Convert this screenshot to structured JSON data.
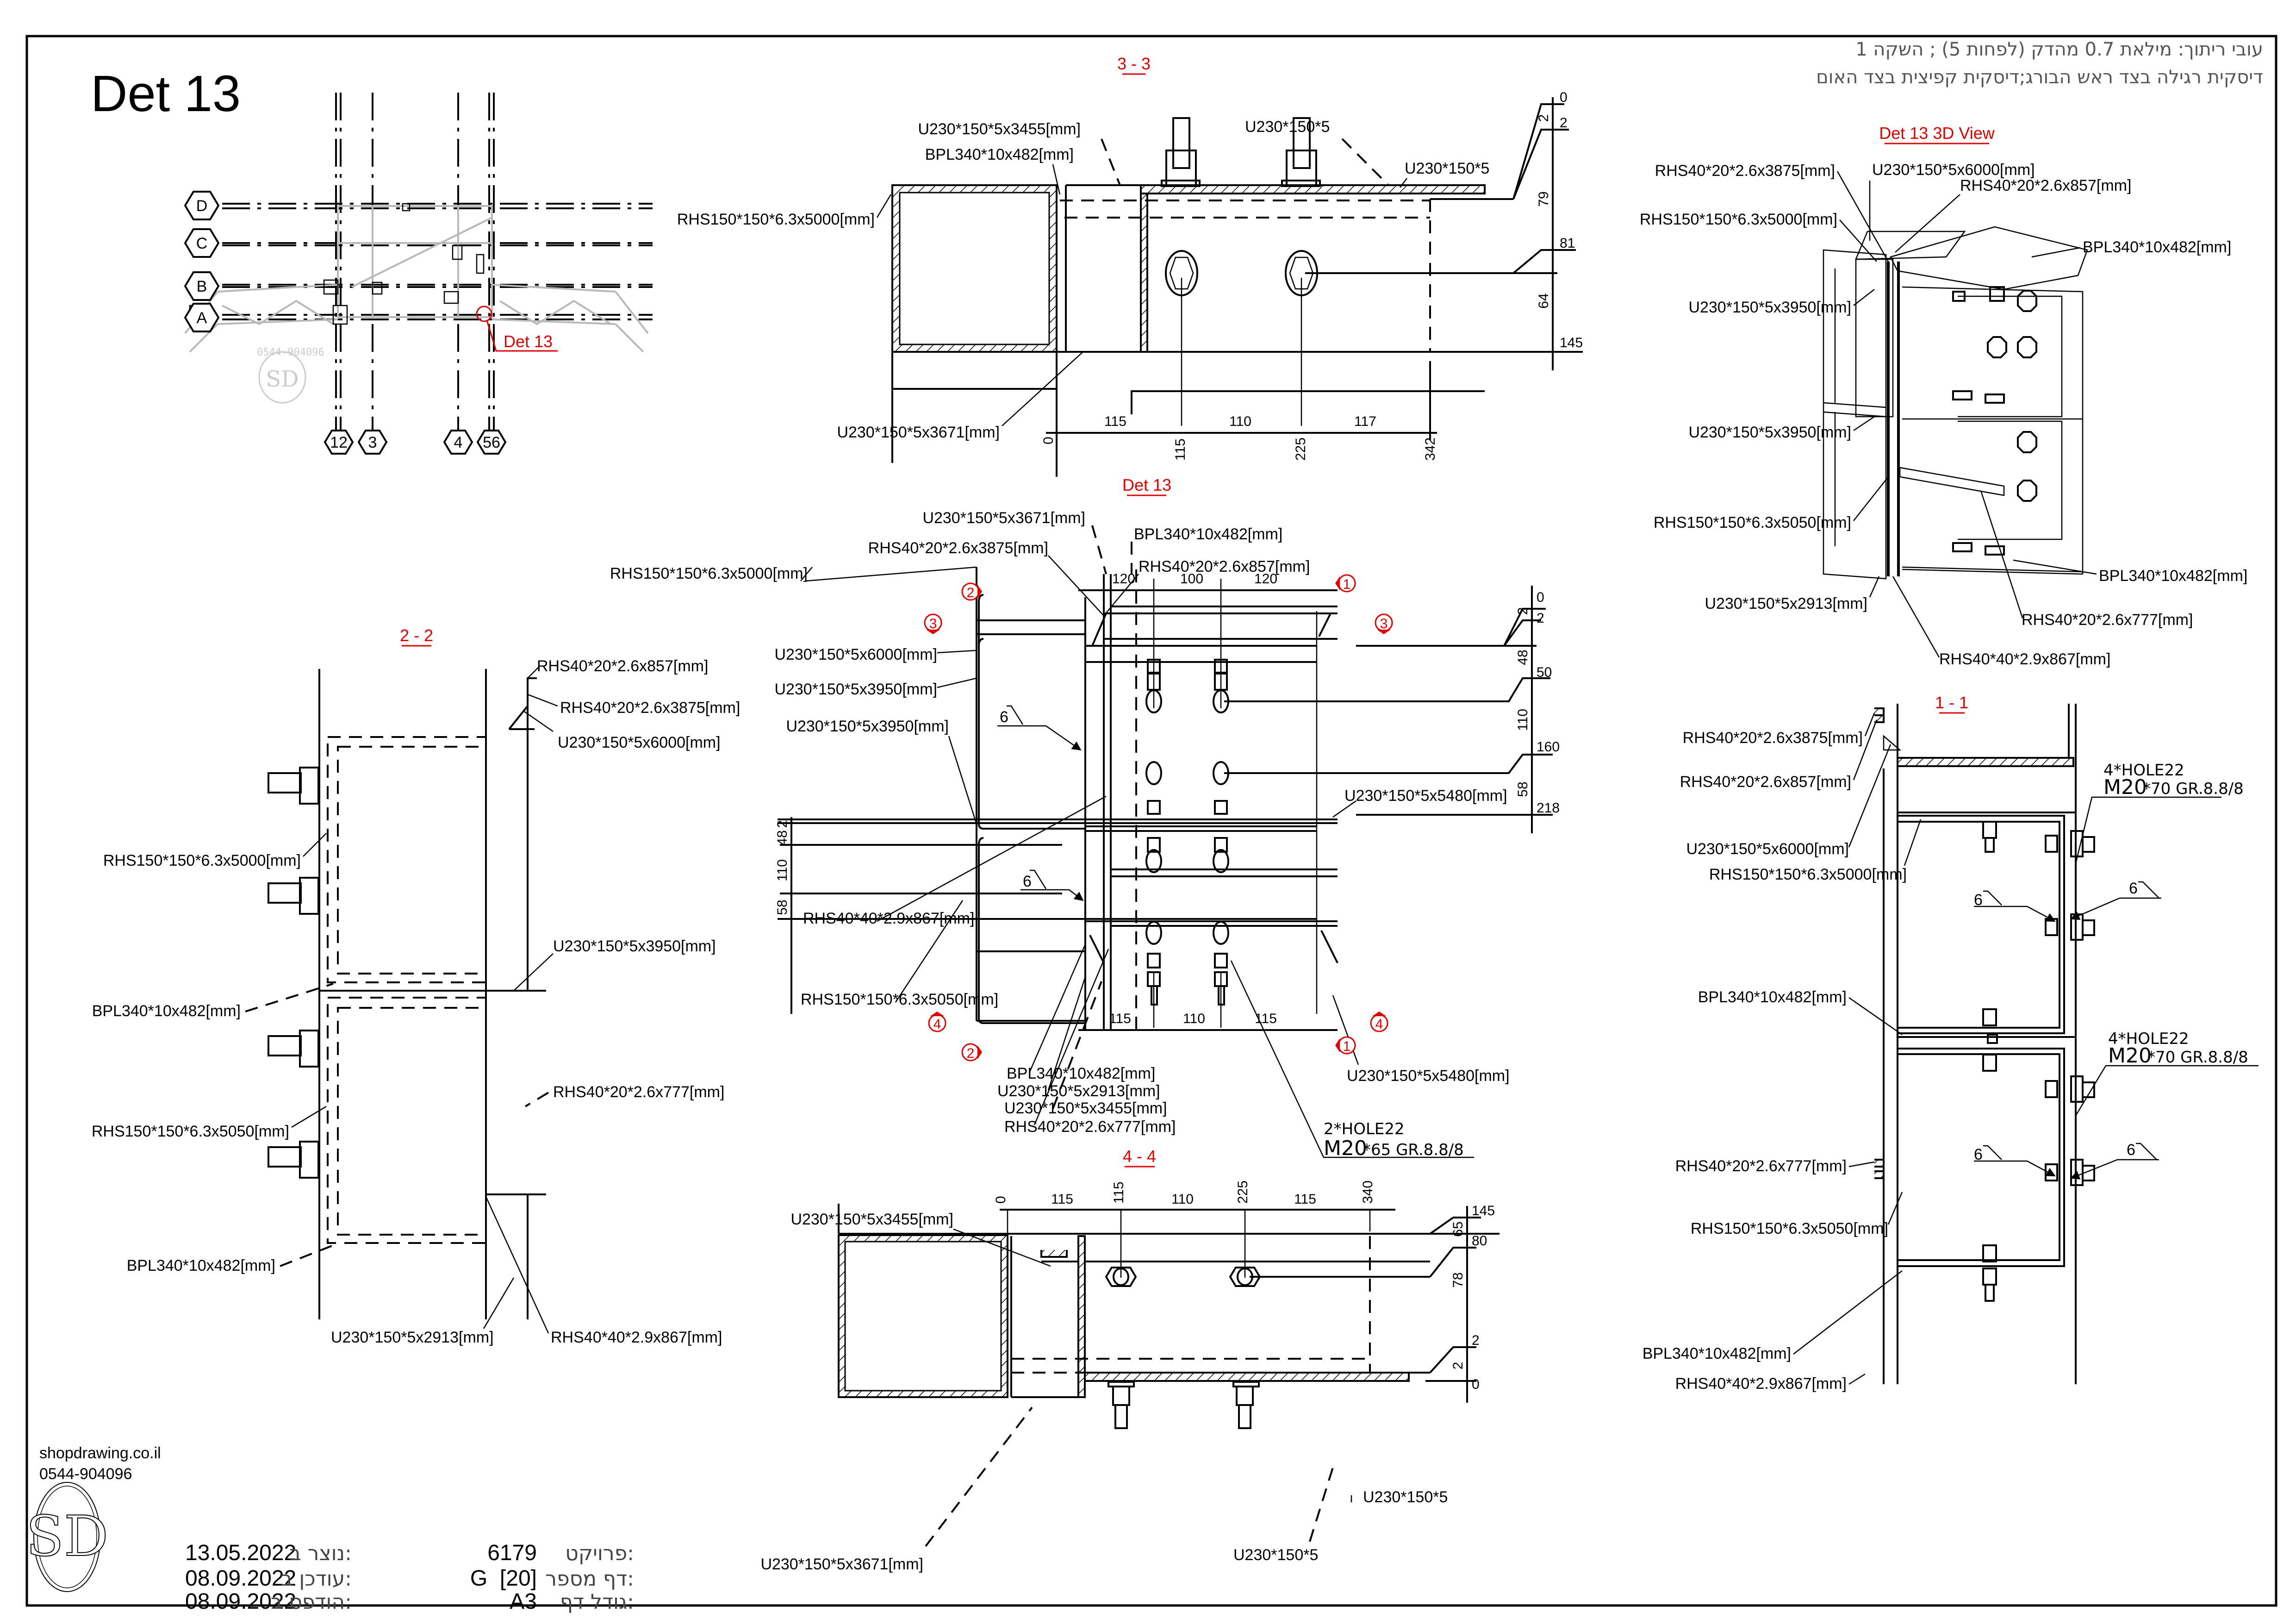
{
  "sheet": {
    "title": "Det 13",
    "notes": [
      "עובי ריתוך: מילאת 0.7 מהדק (לפחות 5) ; השקה 1",
      "דיסקית רגילה בצד ראש הבורג;דיסקית קפיצית בצד האום"
    ],
    "colors": {
      "line": "#000000",
      "section_label": "#e00000",
      "hidden_plan": "#b8b8b8"
    }
  },
  "key_plan": {
    "grid_rows": [
      "D",
      "C",
      "B",
      "A"
    ],
    "grid_cols": [
      "12",
      "3",
      "4",
      "56"
    ],
    "callout": "Det 13",
    "watermark_phone": "0544-904096",
    "watermark_logo": "SD"
  },
  "section_33": {
    "title": "3 - 3",
    "labels": {
      "u3455": "U230*150*5x3455[mm]",
      "bpl": "BPL340*10x482[mm]",
      "rhs5000": "RHS150*150*6.3x5000[mm]",
      "u3671": "U230*150*5x3671[mm]",
      "u_top": "U230*150*5",
      "u_right": "U230*150*5"
    },
    "dims_h_segments": [
      "115",
      "110",
      "117"
    ],
    "dims_h_ordinates": [
      "0",
      "115",
      "225",
      "342"
    ],
    "dims_v_ordinates": [
      "0",
      "2",
      "81",
      "145"
    ],
    "dims_v_segments": [
      "2",
      "79",
      "64"
    ]
  },
  "det13": {
    "title": "Det 13",
    "labels": {
      "u3671": "U230*150*5x3671[mm]",
      "bpl_top": "BPL340*10x482[mm]",
      "rhs3875": "RHS40*20*2.6x3875[mm]",
      "rhs857": "RHS40*20*2.6x857[mm]",
      "rhs5000": "RHS150*150*6.3x5000[mm]",
      "u6000": "U230*150*5x6000[mm]",
      "u3950a": "U230*150*5x3950[mm]",
      "u3950b": "U230*150*5x3950[mm]",
      "u5480a": "U230*150*5x5480[mm]",
      "rhs867": "RHS40*40*2.9x867[mm]",
      "rhs5050": "RHS150*150*6.3x5050[mm]",
      "bpl_bottom": "BPL340*10x482[mm]",
      "u2913": "U230*150*5x2913[mm]",
      "u3455": "U230*150*5x3455[mm]",
      "rhs777": "RHS40*20*2.6x777[mm]",
      "u5480b": "U230*150*5x5480[mm]",
      "hole": "2*HOLE22",
      "bolt_size": "M20",
      "bolt_spec": "*65 GR.8.8/8"
    },
    "weld_size": "6",
    "dims_top": [
      "120",
      "100",
      "120"
    ],
    "dims_bottom": [
      "115",
      "110",
      "115"
    ],
    "dims_right_ordinates": [
      "0",
      "2",
      "50",
      "160",
      "218"
    ],
    "dims_right_segments": [
      "2",
      "48",
      "110",
      "58"
    ],
    "dims_left_segments": [
      "2",
      "48",
      "110",
      "58"
    ],
    "section_markers": [
      {
        "id": "1",
        "pos": "top-right"
      },
      {
        "id": "2",
        "pos": "top-left"
      },
      {
        "id": "3",
        "pos": "left"
      },
      {
        "id": "3",
        "pos": "right"
      },
      {
        "id": "4",
        "pos": "bottom-left"
      },
      {
        "id": "2",
        "pos": "bottom-left"
      },
      {
        "id": "1",
        "pos": "bottom-right"
      },
      {
        "id": "4",
        "pos": "bottom-right"
      }
    ]
  },
  "section_22": {
    "title": "2 - 2",
    "labels": {
      "rhs857": "RHS40*20*2.6x857[mm]",
      "rhs3875": "RHS40*20*2.6x3875[mm]",
      "u6000": "U230*150*5x6000[mm]",
      "rhs5000": "RHS150*150*6.3x5000[mm]",
      "u3950": "U230*150*5x3950[mm]",
      "bpl_top": "BPL340*10x482[mm]",
      "rhs777": "RHS40*20*2.6x777[mm]",
      "rhs5050": "RHS150*150*6.3x5050[mm]",
      "bpl_bottom": "BPL340*10x482[mm]",
      "u2913": "U230*150*5x2913[mm]",
      "rhs867": "RHS40*40*2.9x867[mm]"
    }
  },
  "section_44": {
    "title": "4 - 4",
    "labels": {
      "u3455": "U230*150*5x3455[mm]",
      "u3671": "U230*150*5x3671[mm]",
      "u_right": "U230*150*5",
      "u_bottom": "U230*150*5"
    },
    "dims_h_segments": [
      "115",
      "110",
      "115"
    ],
    "dims_h_ordinates": [
      "0",
      "115",
      "225",
      "340"
    ],
    "dims_v_ordinates": [
      "145",
      "80",
      "2",
      "0"
    ],
    "dims_v_segments": [
      "65",
      "78",
      "2"
    ]
  },
  "view_3d": {
    "title": "Det 13 3D View",
    "labels": {
      "rhs3875": "RHS40*20*2.6x3875[mm]",
      "u6000": "U230*150*5x6000[mm]",
      "rhs857": "RHS40*20*2.6x857[mm]",
      "rhs5000": "RHS150*150*6.3x5000[mm]",
      "bpl_top": "BPL340*10x482[mm]",
      "u3950a": "U230*150*5x3950[mm]",
      "u3950b": "U230*150*5x3950[mm]",
      "rhs5050": "RHS150*150*6.3x5050[mm]",
      "bpl_bottom": "BPL340*10x482[mm]",
      "u2913": "U230*150*5x2913[mm]",
      "rhs777": "RHS40*20*2.6x777[mm]",
      "rhs867": "RHS40*40*2.9x867[mm]"
    }
  },
  "section_11": {
    "title": "1 - 1",
    "labels": {
      "rhs3875": "RHS40*20*2.6x3875[mm]",
      "rhs857": "RHS40*20*2.6x857[mm]",
      "u6000": "U230*150*5x6000[mm]",
      "rhs5000": "RHS150*150*6.3x5000[mm]",
      "bpl_top": "BPL340*10x482[mm]",
      "rhs777": "RHS40*20*2.6x777[mm]",
      "rhs5050": "RHS150*150*6.3x5050[mm]",
      "bpl_bottom": "BPL340*10x482[mm]",
      "rhs867": "RHS40*40*2.9x867[mm]",
      "hole": "4*HOLE22",
      "bolt_size": "M20",
      "bolt_spec": "*70 GR.8.8/8"
    },
    "weld_size": "6"
  },
  "title_block": {
    "website": "shopdrawing.co.il",
    "phone": "0544-904096",
    "logo": "SD",
    "created_label": "נוצר ב:",
    "created_value": "13.05.2022",
    "updated_label": "עודכן ב:",
    "updated_value": "08.09.2022",
    "printed_label": "הודפס ב:",
    "printed_value": "08.09.2022",
    "project_label": "פרויקט:",
    "project_value": "6179",
    "sheet_no_label": "דף מספר:",
    "sheet_no_value": "G  [20]",
    "sheet_size_label": "גודל דף:",
    "sheet_size_value": "A3"
  }
}
